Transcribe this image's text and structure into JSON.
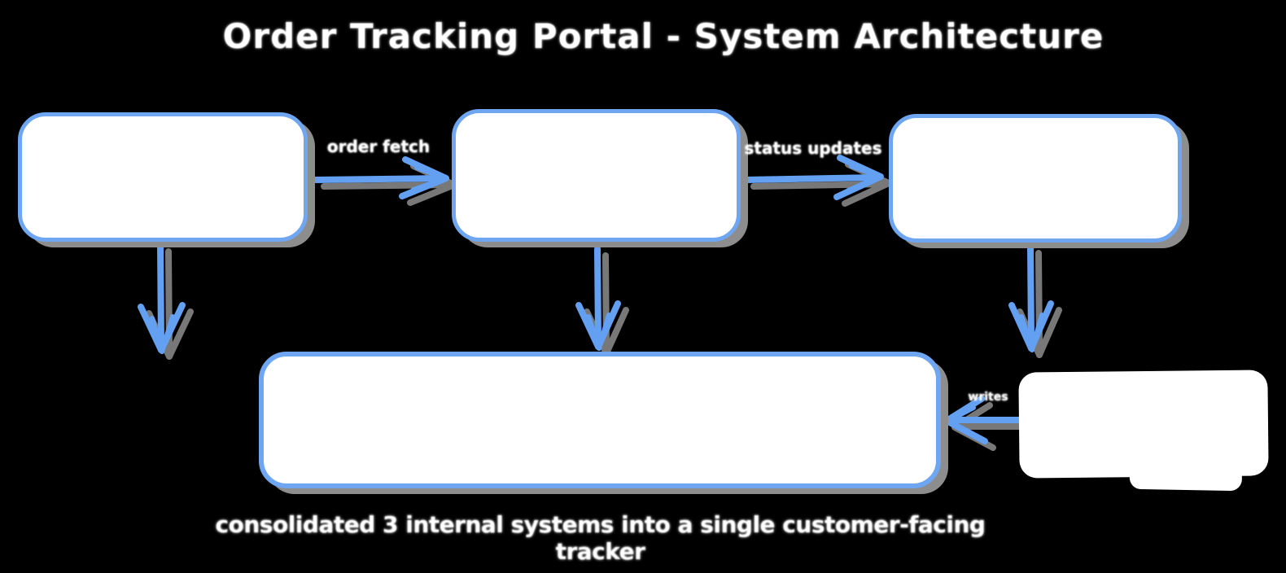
{
  "title": "Order Tracking Portal - System Architecture",
  "diagram": {
    "boxes": {
      "top_left": "",
      "top_middle": "",
      "top_right": "",
      "bottom_wide": "",
      "right_small": ""
    },
    "arrow_labels": {
      "flow1": "order fetch",
      "flow2": "status updates",
      "db_write": "writes"
    },
    "caption": "consolidated 3 internal systems into a single customer-facing tracker"
  },
  "colors": {
    "background": "#000000",
    "box_border": "#6ea6f1",
    "box_fill": "#ffffff",
    "arrow": "#63a0f2",
    "shadow": "#8d8d8d",
    "text": "#ffffff"
  }
}
